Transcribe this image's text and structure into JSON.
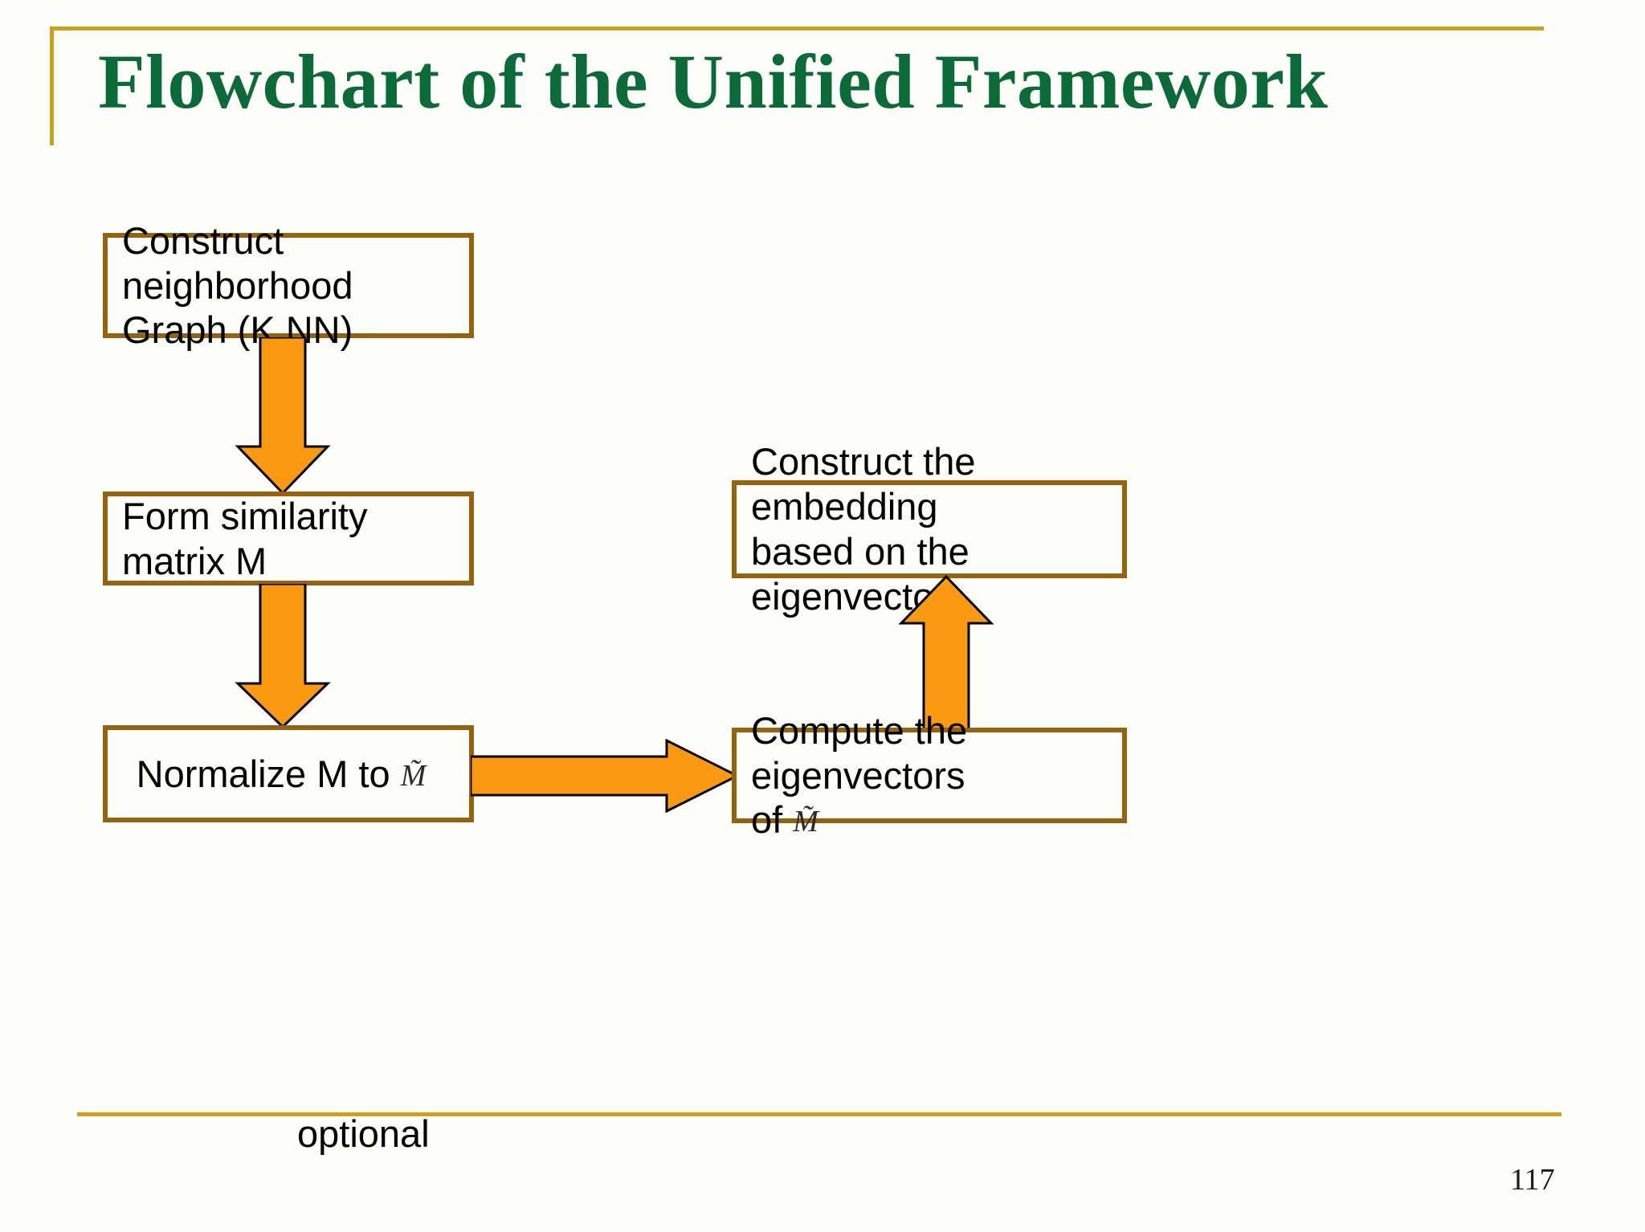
{
  "slide": {
    "title": "Flowchart of the Unified Framework",
    "page_number": "117",
    "optional_label": "optional",
    "colors": {
      "title_text": "#0b6b38",
      "title_rule": "#c8a41b",
      "box_border": "#96620d",
      "arrow_fill": "#FB9A10",
      "arrow_stroke": "#000000",
      "background": "#fdfdfa"
    }
  },
  "boxes": {
    "knn": {
      "line1": "Construct neighborhood",
      "line2": "Graph (K NN)"
    },
    "similarity": {
      "line1": "Form similarity matrix M"
    },
    "normalize": {
      "prefix": "Normalize M to ",
      "symbol": "M̃"
    },
    "embedding": {
      "line1": "Construct the embedding",
      "line2": "based on the eigenvectors"
    },
    "compute": {
      "line1": "Compute the eigenvectors",
      "prefix2": "of ",
      "symbol": "M̃"
    }
  },
  "arrows": {
    "knn_to_similarity": "down-arrow",
    "similarity_to_normalize": "down-arrow",
    "normalize_to_compute": "right-arrow",
    "compute_to_embedding": "up-arrow"
  }
}
